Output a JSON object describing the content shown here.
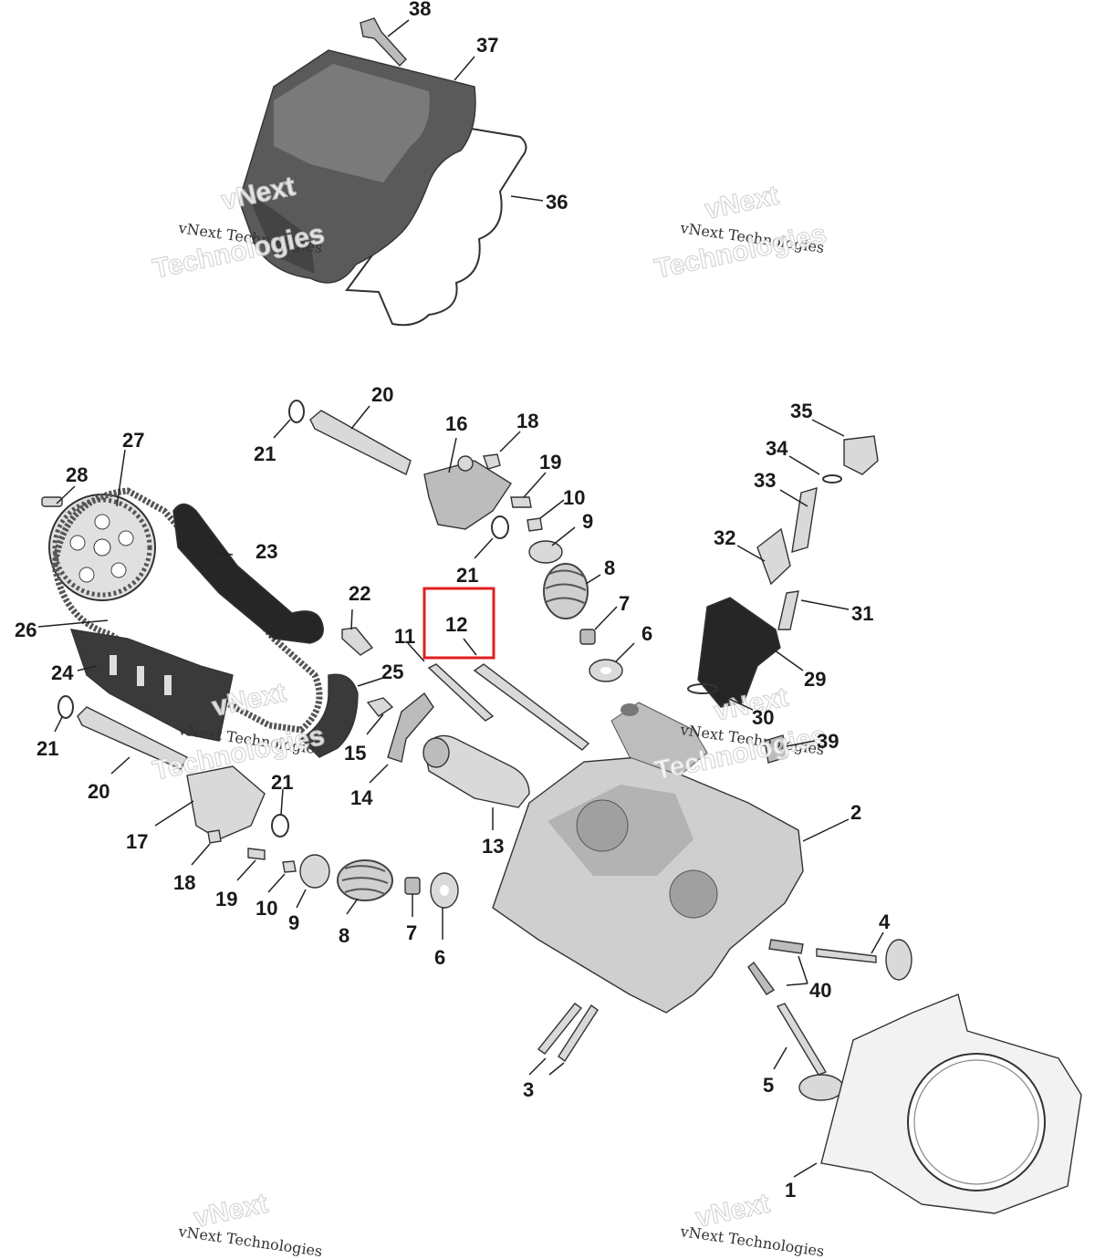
{
  "watermark": {
    "line1": "vNext Technologies",
    "line2": "vNext",
    "line3": "Technologies"
  },
  "highlight": "12",
  "callouts": {
    "c1": "1",
    "c2": "2",
    "c3": "3",
    "c4": "4",
    "c5": "5",
    "c6a": "6",
    "c6b": "6",
    "c7a": "7",
    "c7b": "7",
    "c8a": "8",
    "c8b": "8",
    "c9a": "9",
    "c9b": "9",
    "c10a": "10",
    "c10b": "10",
    "c11": "11",
    "c12": "12",
    "c13": "13",
    "c14": "14",
    "c15": "15",
    "c16": "16",
    "c17": "17",
    "c18a": "18",
    "c18b": "18",
    "c19a": "19",
    "c19b": "19",
    "c20a": "20",
    "c20b": "20",
    "c21a": "21",
    "c21b": "21",
    "c21c": "21",
    "c21d": "21",
    "c22": "22",
    "c23": "23",
    "c24": "24",
    "c25": "25",
    "c26": "26",
    "c27": "27",
    "c28": "28",
    "c29": "29",
    "c30": "30",
    "c31": "31",
    "c32": "32",
    "c33": "33",
    "c34": "34",
    "c35": "35",
    "c36": "36",
    "c37": "37",
    "c38": "38",
    "c39": "39",
    "c40": "40"
  }
}
